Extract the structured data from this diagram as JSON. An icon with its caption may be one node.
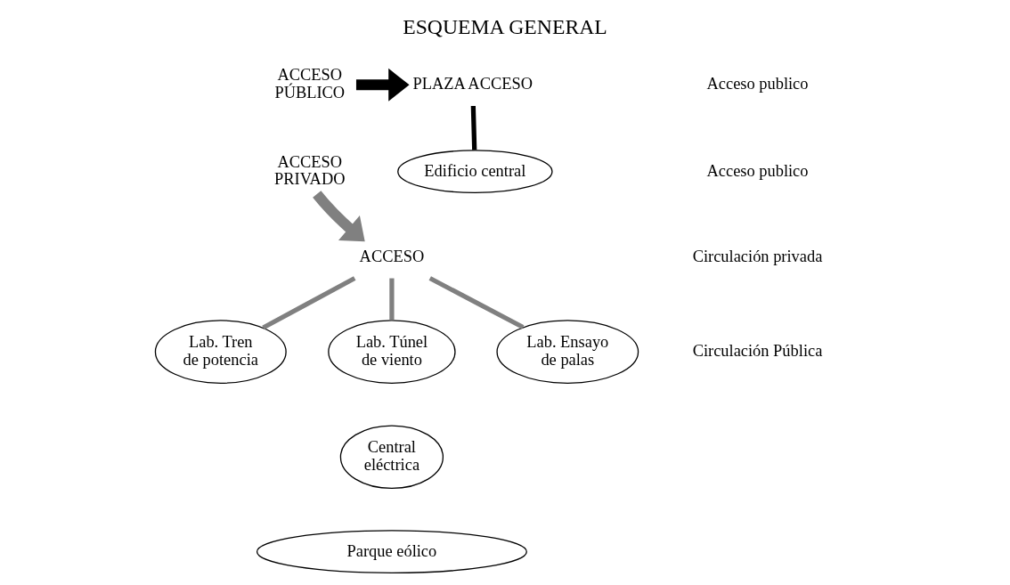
{
  "diagram": {
    "title": "ESQUEMA GENERAL",
    "nodes": [
      {
        "text": [
          "ACCESO PÚBLICO"
        ]
      },
      {
        "text": [
          "PLAZA ACCESO"
        ]
      },
      {
        "text": [
          "Edificio central"
        ]
      },
      {
        "text": [
          "ACCESO"
        ]
      },
      {
        "text": [
          "Lab. Tren de potencia"
        ]
      },
      {
        "text": [
          "Lab. Túnel de viento"
        ]
      },
      {
        "text": [
          "Lab. Ensayo de palas"
        ]
      },
      {
        "text": [
          "Central eléctrica"
        ]
      },
      {
        "text": [
          "Parque eólico"
        ]
      },
      {
        "text": [
          "ACCESO PRIVADO"
        ]
      }
    ],
    "edges": [
      {
        "from": 0,
        "to": 1,
        "arrow": "to",
        "style": "thick",
        "color": "#000000"
      },
      {
        "from": 1,
        "to": 2,
        "arrow": "none",
        "color": "#000000"
      },
      {
        "from": 9,
        "to": 3,
        "arrow": "to",
        "style": "thick"
      },
      {
        "from": 3,
        "to": 4,
        "arrow": "none"
      },
      {
        "from": 3,
        "to": 5,
        "arrow": "none"
      },
      {
        "from": 3,
        "to": 6,
        "arrow": "none"
      }
    ],
    "legend": [
      {
        "text": "Acceso publico"
      },
      {
        "text": "Acceso publico"
      },
      {
        "text": "Circulación privada"
      },
      {
        "text": "Circulación Pública"
      }
    ]
  }
}
